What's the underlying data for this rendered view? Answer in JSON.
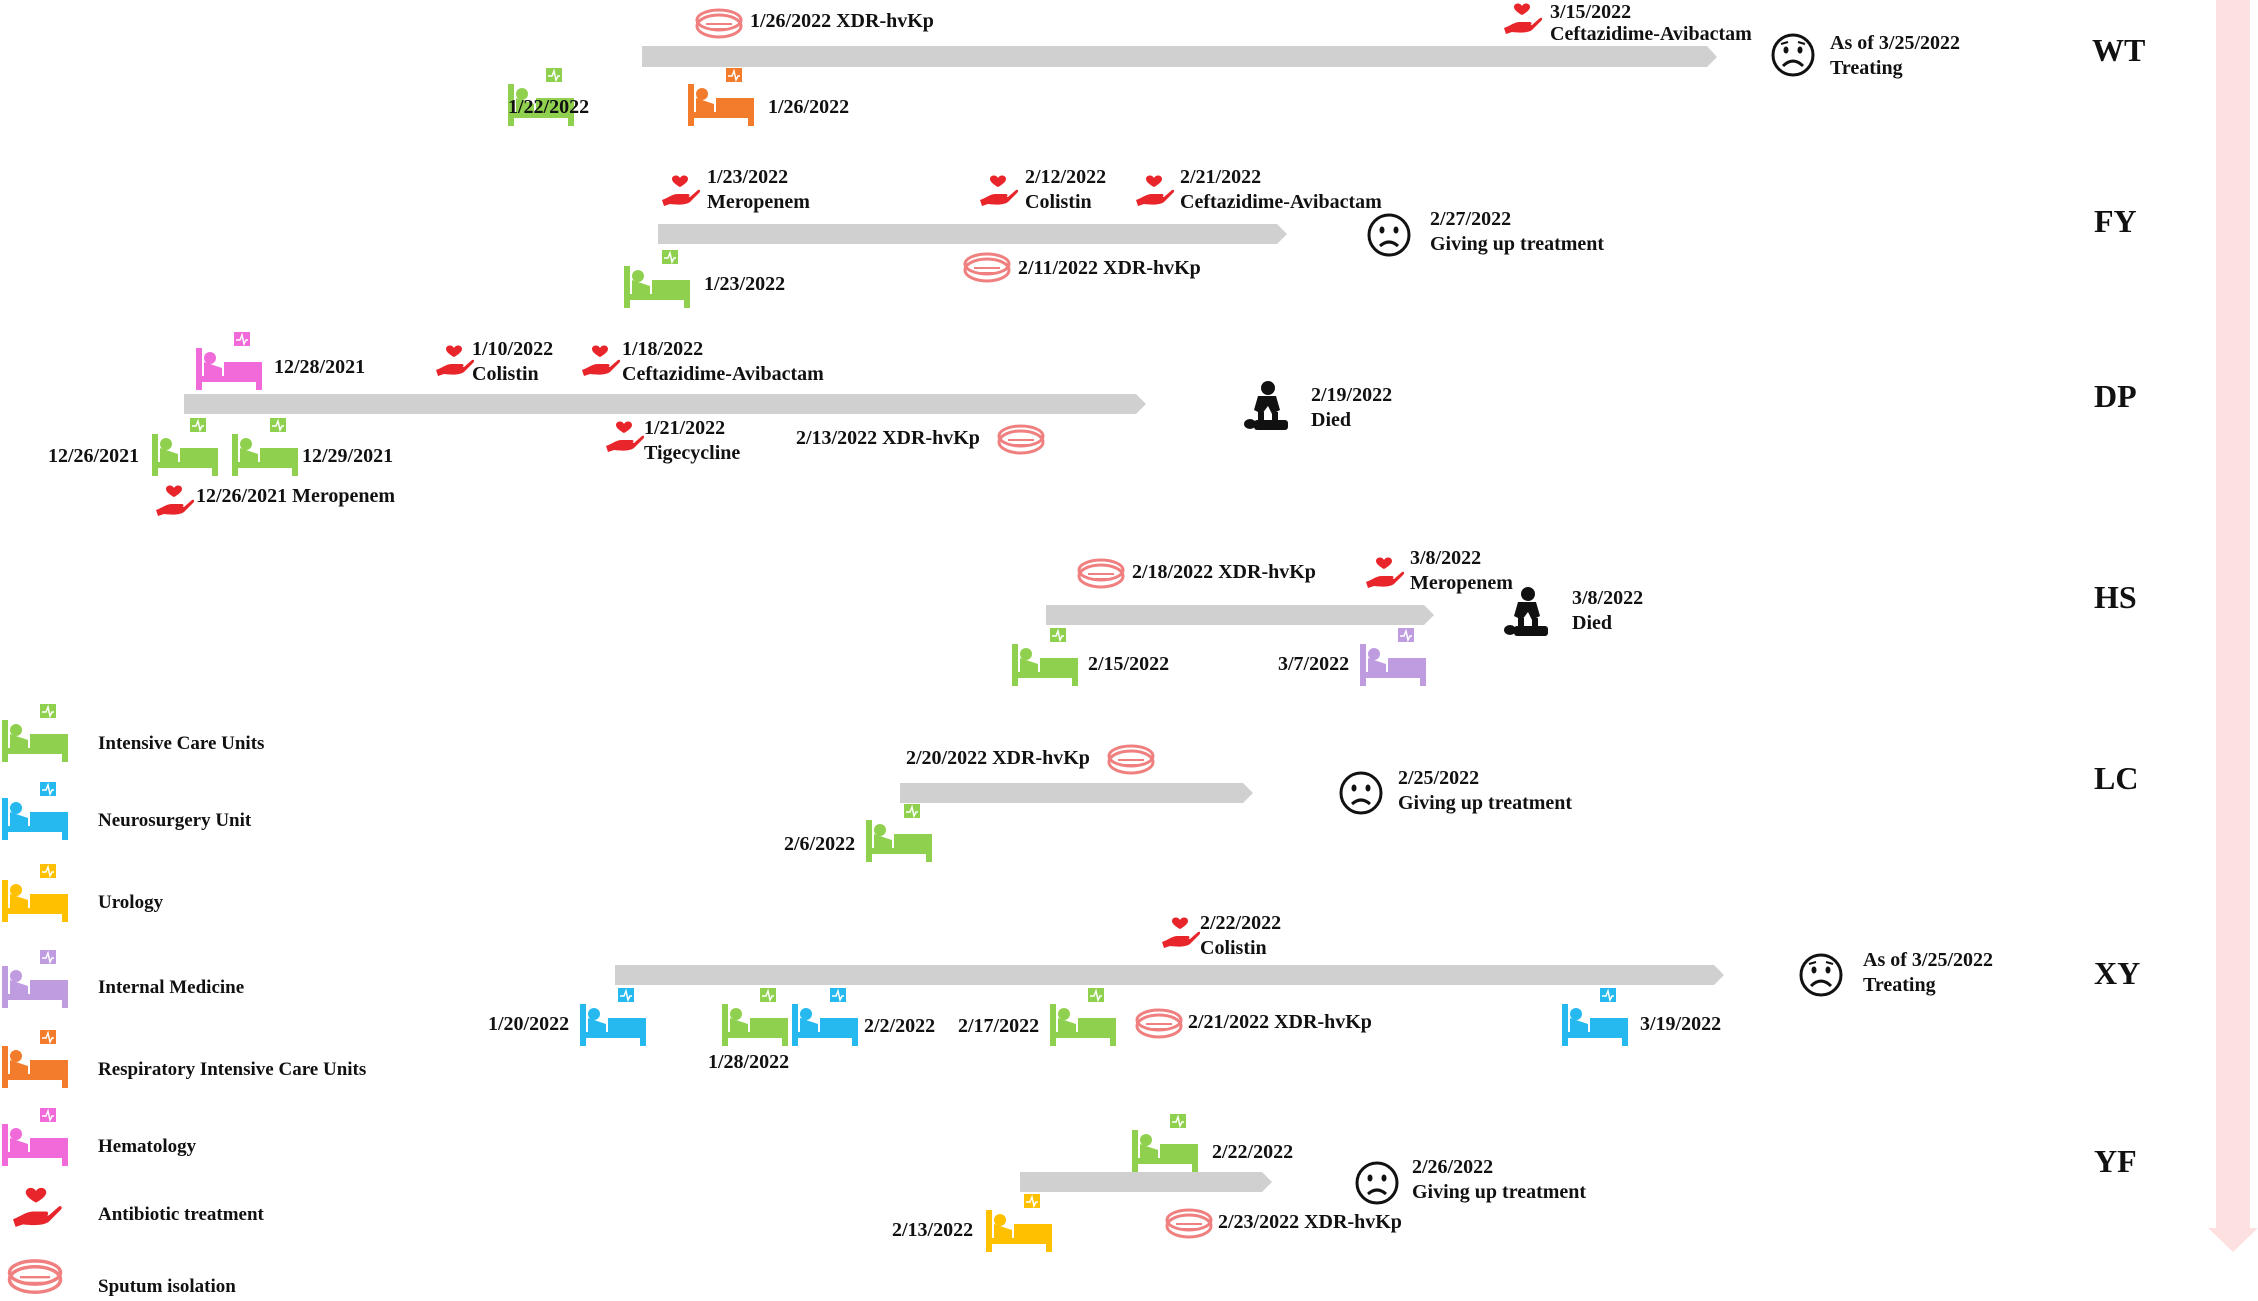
{
  "colors": {
    "icu": "#8fd14f",
    "neurosurgery": "#25b9f0",
    "urology": "#ffc000",
    "internal_medicine": "#bf9be0",
    "respiratory_icu": "#f27c2b",
    "hematology": "#f06ad9",
    "antibiotic": "#e8252a",
    "sputum": "#f08080",
    "bar": "#d0d0d0",
    "time_arrow": "#fde0e0"
  },
  "legend": [
    {
      "key": "icu",
      "label": "Intensive Care Units",
      "icon": "bed-icon"
    },
    {
      "key": "neurosurgery",
      "label": "Neurosurgery Unit",
      "icon": "bed-icon"
    },
    {
      "key": "urology",
      "label": "Urology",
      "icon": "bed-icon"
    },
    {
      "key": "internal_medicine",
      "label": "Internal Medicine",
      "icon": "bed-icon"
    },
    {
      "key": "respiratory_icu",
      "label": "Respiratory Intensive Care Units",
      "icon": "bed-icon"
    },
    {
      "key": "hematology",
      "label": "Hematology",
      "icon": "bed-icon"
    },
    {
      "key": "antibiotic",
      "label": "Antibiotic treatment",
      "icon": "hand-heart-icon"
    },
    {
      "key": "sputum",
      "label": "Sputum isolation",
      "icon": "petri-dish-icon"
    }
  ],
  "patients": [
    {
      "id": "WT",
      "admissions": [
        {
          "date": "1/22/2022",
          "unit": "icu"
        },
        {
          "date": "1/26/2022",
          "unit": "respiratory_icu"
        }
      ],
      "isolation": {
        "date": "1/26/2022",
        "organism": "XDR-hvKp",
        "text": "1/26/2022  XDR-hvKp"
      },
      "antibiotics": [
        {
          "date": "3/15/2022",
          "drug": "Ceftazidime-Avibactam"
        }
      ],
      "outcome": {
        "icon": "worried-face-icon",
        "line1": "As of  3/25/2022",
        "line2": "Treating"
      }
    },
    {
      "id": "FY",
      "admissions": [
        {
          "date": "1/23/2022",
          "unit": "icu"
        }
      ],
      "isolation": {
        "date": "2/11/2022",
        "organism": "XDR-hvKp",
        "text": "2/11/2022  XDR-hvKp"
      },
      "antibiotics": [
        {
          "date": "1/23/2022",
          "drug": "Meropenem"
        },
        {
          "date": "2/12/2022",
          "drug": "Colistin"
        },
        {
          "date": "2/21/2022",
          "drug": "Ceftazidime-Avibactam"
        }
      ],
      "outcome": {
        "icon": "sad-face-icon",
        "line1": "2/27/2022",
        "line2": "Giving up treatment"
      }
    },
    {
      "id": "DP",
      "admissions": [
        {
          "date": "12/26/2021",
          "unit": "icu"
        },
        {
          "date": "12/29/2021",
          "unit": "icu"
        },
        {
          "date": "12/28/2021",
          "unit": "hematology"
        }
      ],
      "isolation": {
        "date": "2/13/2022",
        "organism": "XDR-hvKp",
        "text": "2/13/2022  XDR-hvKp"
      },
      "antibiotics": [
        {
          "date": "1/10/2022",
          "drug": "Colistin"
        },
        {
          "date": "1/18/2022",
          "drug": "Ceftazidime-Avibactam"
        },
        {
          "date": "1/21/2022",
          "drug": "Tigecycline"
        },
        {
          "date": "12/26/2021",
          "drug": "Meropenem",
          "text": "12/26/2021 Meropenem"
        }
      ],
      "outcome": {
        "icon": "cpr-icon",
        "line1": "2/19/2022",
        "line2": "Died"
      }
    },
    {
      "id": "HS",
      "admissions": [
        {
          "date": "2/15/2022",
          "unit": "icu"
        },
        {
          "date": "3/7/2022",
          "unit": "internal_medicine"
        }
      ],
      "isolation": {
        "date": "2/18/2022",
        "organism": "XDR-hvKp",
        "text": "2/18/2022  XDR-hvKp"
      },
      "antibiotics": [
        {
          "date": "3/8/2022",
          "drug": "Meropenem"
        }
      ],
      "outcome": {
        "icon": "cpr-icon",
        "line1": "3/8/2022",
        "line2": "Died"
      }
    },
    {
      "id": "LC",
      "admissions": [
        {
          "date": "2/6/2022",
          "unit": "icu"
        }
      ],
      "isolation": {
        "date": "2/20/2022",
        "organism": "XDR-hvKp",
        "text": "2/20/2022  XDR-hvKp"
      },
      "antibiotics": [],
      "outcome": {
        "icon": "sad-face-icon",
        "line1": "2/25/2022",
        "line2": "Giving up treatment"
      }
    },
    {
      "id": "XY",
      "admissions": [
        {
          "date": "1/20/2022",
          "unit": "neurosurgery"
        },
        {
          "date": "1/28/2022",
          "unit": "icu"
        },
        {
          "date": "2/2/2022",
          "unit": "neurosurgery"
        },
        {
          "date": "2/17/2022",
          "unit": "icu"
        },
        {
          "date": "3/19/2022",
          "unit": "neurosurgery"
        }
      ],
      "isolation": {
        "date": "2/21/2022",
        "organism": "XDR-hvKp",
        "text": "2/21/2022  XDR-hvKp"
      },
      "antibiotics": [
        {
          "date": "2/22/2022",
          "drug": "Colistin"
        }
      ],
      "outcome": {
        "icon": "worried-face-icon",
        "line1": "As of  3/25/2022",
        "line2": "Treating"
      }
    },
    {
      "id": "YF",
      "admissions": [
        {
          "date": "2/22/2022",
          "unit": "icu"
        },
        {
          "date": "2/13/2022",
          "unit": "urology"
        }
      ],
      "isolation": {
        "date": "2/23/2022",
        "organism": "XDR-hvKp",
        "text": "2/23/2022  XDR-hvKp"
      },
      "antibiotics": [],
      "outcome": {
        "icon": "sad-face-icon",
        "line1": "2/26/2022",
        "line2": "Giving up treatment"
      }
    }
  ]
}
